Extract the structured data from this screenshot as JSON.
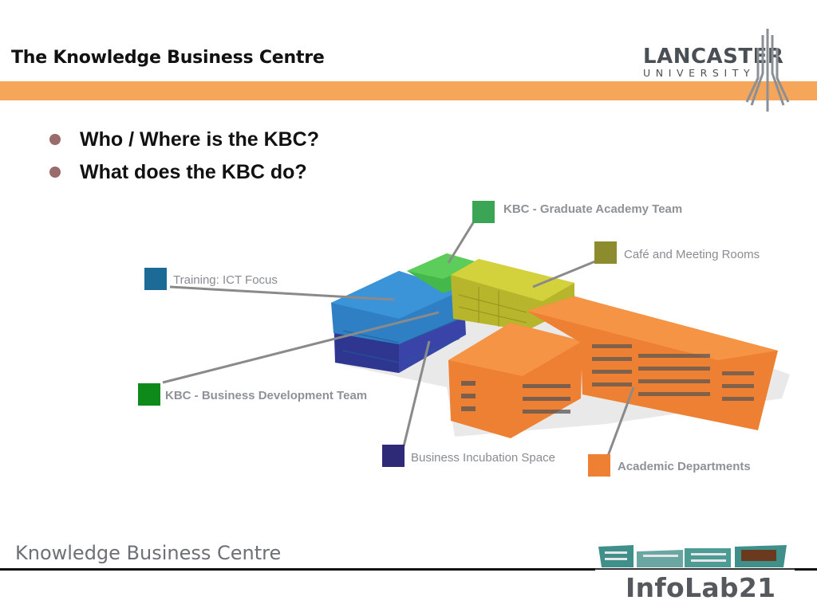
{
  "header": {
    "title": "The Knowledge Business Centre",
    "logo_line1": "LANCASTER",
    "logo_line2": "UNIVERSITY"
  },
  "bullets": [
    "Who / Where is the KBC?",
    "What does the KBC do?"
  ],
  "legend": [
    {
      "label": "KBC - Graduate Academy Team",
      "color": "#3aa655"
    },
    {
      "label": "Café and Meeting Rooms",
      "color": "#8c8c2e"
    },
    {
      "label": "Training: ICT Focus",
      "color": "#1c6a96"
    },
    {
      "label": "KBC - Business Development Team",
      "color": "#0e8a1a"
    },
    {
      "label": "Business Incubation Space",
      "color": "#2e2a78"
    },
    {
      "label": "Academic Departments",
      "color": "#ee8033"
    }
  ],
  "footer": {
    "text": "Knowledge Business Centre",
    "brand": "InfoLab21"
  },
  "colors": {
    "accent_band": "#f5a65b",
    "building_orange": "#ee8033",
    "building_blue": "#2f7fc4",
    "building_indigo": "#3a44a8",
    "building_green": "#44b84a",
    "building_olive": "#b7b52c"
  },
  "icons": [
    "lancaster-logo-icon",
    "building-illustration-icon",
    "infolab-building-icon"
  ]
}
